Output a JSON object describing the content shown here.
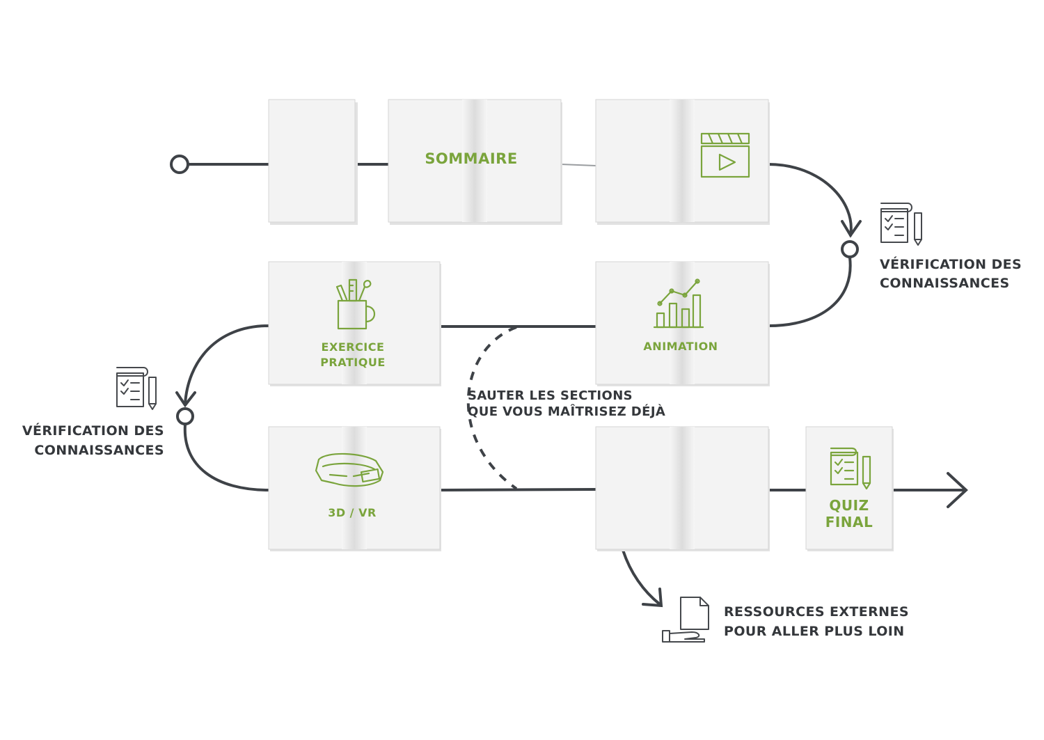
{
  "books": {
    "sommaire": "SOMMAIRE",
    "exercice": "EXERCICE\nPRATIQUE",
    "animation": "ANIMATION",
    "vr": "3D / VR",
    "quiz": "QUIZ\nFINAL"
  },
  "annotations": {
    "verification_right": "VÉRIFICATION DES\nCONNAISSANCES",
    "verification_left": "VÉRIFICATION DES\nCONNAISSANCES",
    "skip": "SAUTER LES SECTIONS\nQUE VOUS MAÎTRISEZ DÉJÀ",
    "resources": "RESSOURCES EXTERNES\nPOUR ALLER PLUS LOIN"
  },
  "icons": {
    "video": "video-clapper-icon",
    "tools": "pencil-cup-icon",
    "chart": "growth-chart-icon",
    "vr": "vr-headset-icon",
    "quiz": "checklist-scroll-icon",
    "checklist": "checklist-scroll-icon",
    "resources": "document-hand-icon"
  },
  "colors": {
    "accent": "#7aa43c",
    "line": "#3e4247",
    "text": "#34373b"
  }
}
